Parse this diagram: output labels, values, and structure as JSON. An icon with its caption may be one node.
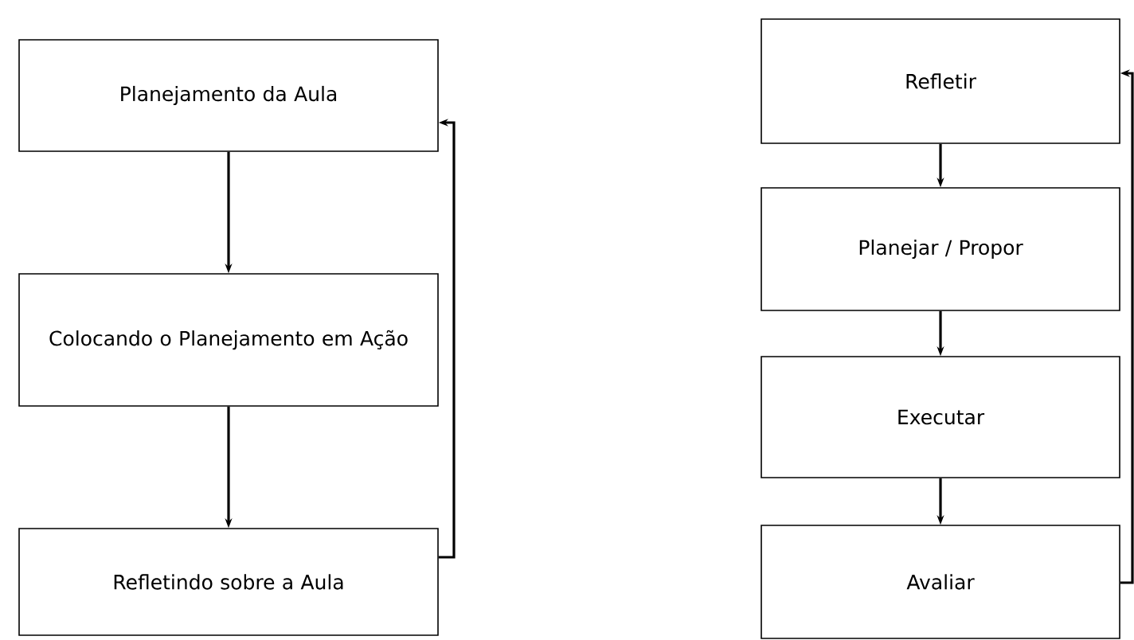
{
  "diagram": {
    "nodes": [
      {
        "text": [
          "Planejamento da Aula"
        ]
      },
      {
        "text": [
          "Colocando o Planejamento em Ação"
        ]
      },
      {
        "text": [
          "Refletindo sobre a Aula"
        ]
      },
      {
        "text": [
          "Refletir"
        ]
      },
      {
        "text": [
          "Planejar / Propor"
        ]
      },
      {
        "text": [
          "Executar"
        ]
      },
      {
        "text": [
          "Avaliar"
        ]
      }
    ],
    "edges": [
      {
        "from": 0,
        "to": 1,
        "arrow": "to"
      },
      {
        "from": 1,
        "to": 2,
        "arrow": "to"
      },
      {
        "from": 2,
        "to": 0,
        "arrow": "to"
      },
      {
        "from": 3,
        "to": 4,
        "arrow": "to"
      },
      {
        "from": 4,
        "to": 5,
        "arrow": "to"
      },
      {
        "from": 5,
        "to": 6,
        "arrow": "to"
      },
      {
        "from": 6,
        "to": 3,
        "arrow": "to"
      }
    ]
  }
}
